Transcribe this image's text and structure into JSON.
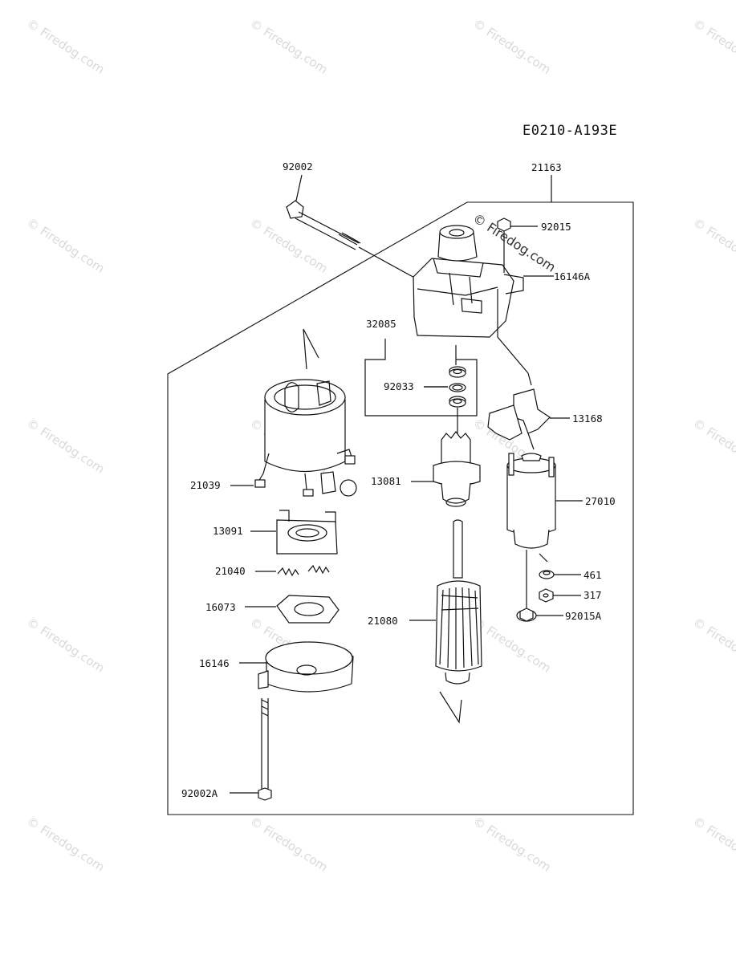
{
  "diagram_code": "E0210-A193E",
  "watermark": "© Firedog.com",
  "parts": {
    "p92002": "92002",
    "p21163": "21163",
    "p92015": "92015",
    "p16146A": "16146A",
    "p32085": "32085",
    "p92033": "92033",
    "p13168": "13168",
    "p21039": "21039",
    "p13081": "13081",
    "p27010": "27010",
    "p13091": "13091",
    "p21040": "21040",
    "p461": "461",
    "p317": "317",
    "p16073": "16073",
    "p21080": "21080",
    "p92015A": "92015A",
    "p16146": "16146",
    "p92002A": "92002A"
  }
}
